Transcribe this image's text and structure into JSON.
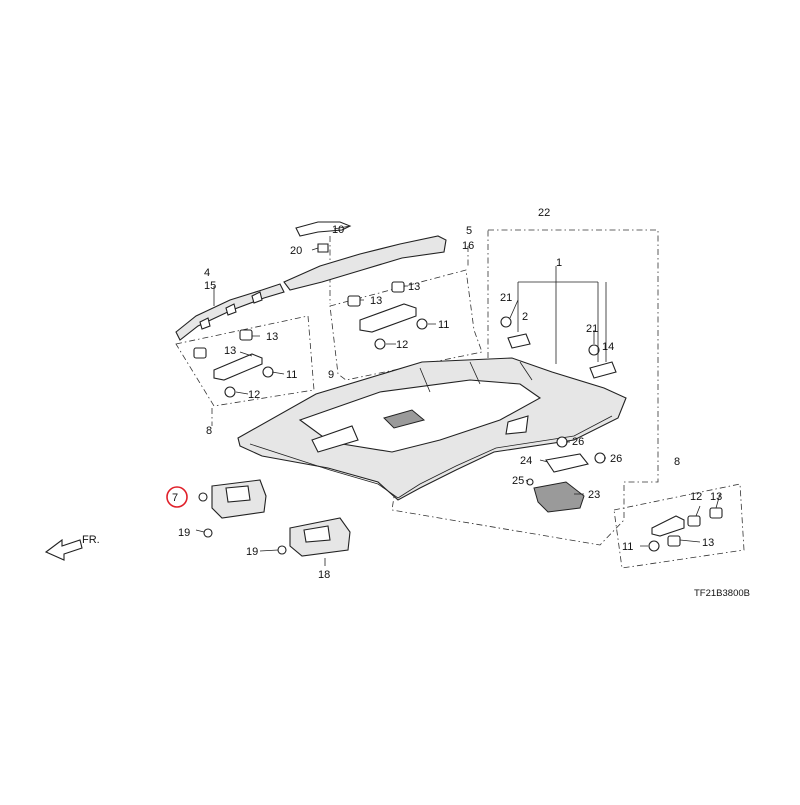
{
  "diagram": {
    "code": "TF21B3800B",
    "front_label": "FR.",
    "highlight_color": "#e0202a",
    "highlighted_part": "7",
    "callouts": {
      "c1": "1",
      "c2": "2",
      "c4": "4",
      "c5": "5",
      "c7": "7",
      "c8a": "8",
      "c8b": "8",
      "c9": "9",
      "c10": "10",
      "c11a": "11",
      "c11b": "11",
      "c11c": "11",
      "c12a": "12",
      "c12b": "12",
      "c12c": "12",
      "c13a": "13",
      "c13b": "13",
      "c13c": "13",
      "c13d": "13",
      "c13e": "13",
      "c13f": "13",
      "c14": "14",
      "c15": "15",
      "c16": "16",
      "c18": "18",
      "c19a": "19",
      "c19b": "19",
      "c20": "20",
      "c21a": "21",
      "c21b": "21",
      "c22": "22",
      "c23": "23",
      "c24": "24",
      "c25": "25",
      "c26a": "26",
      "c26b": "26"
    }
  }
}
